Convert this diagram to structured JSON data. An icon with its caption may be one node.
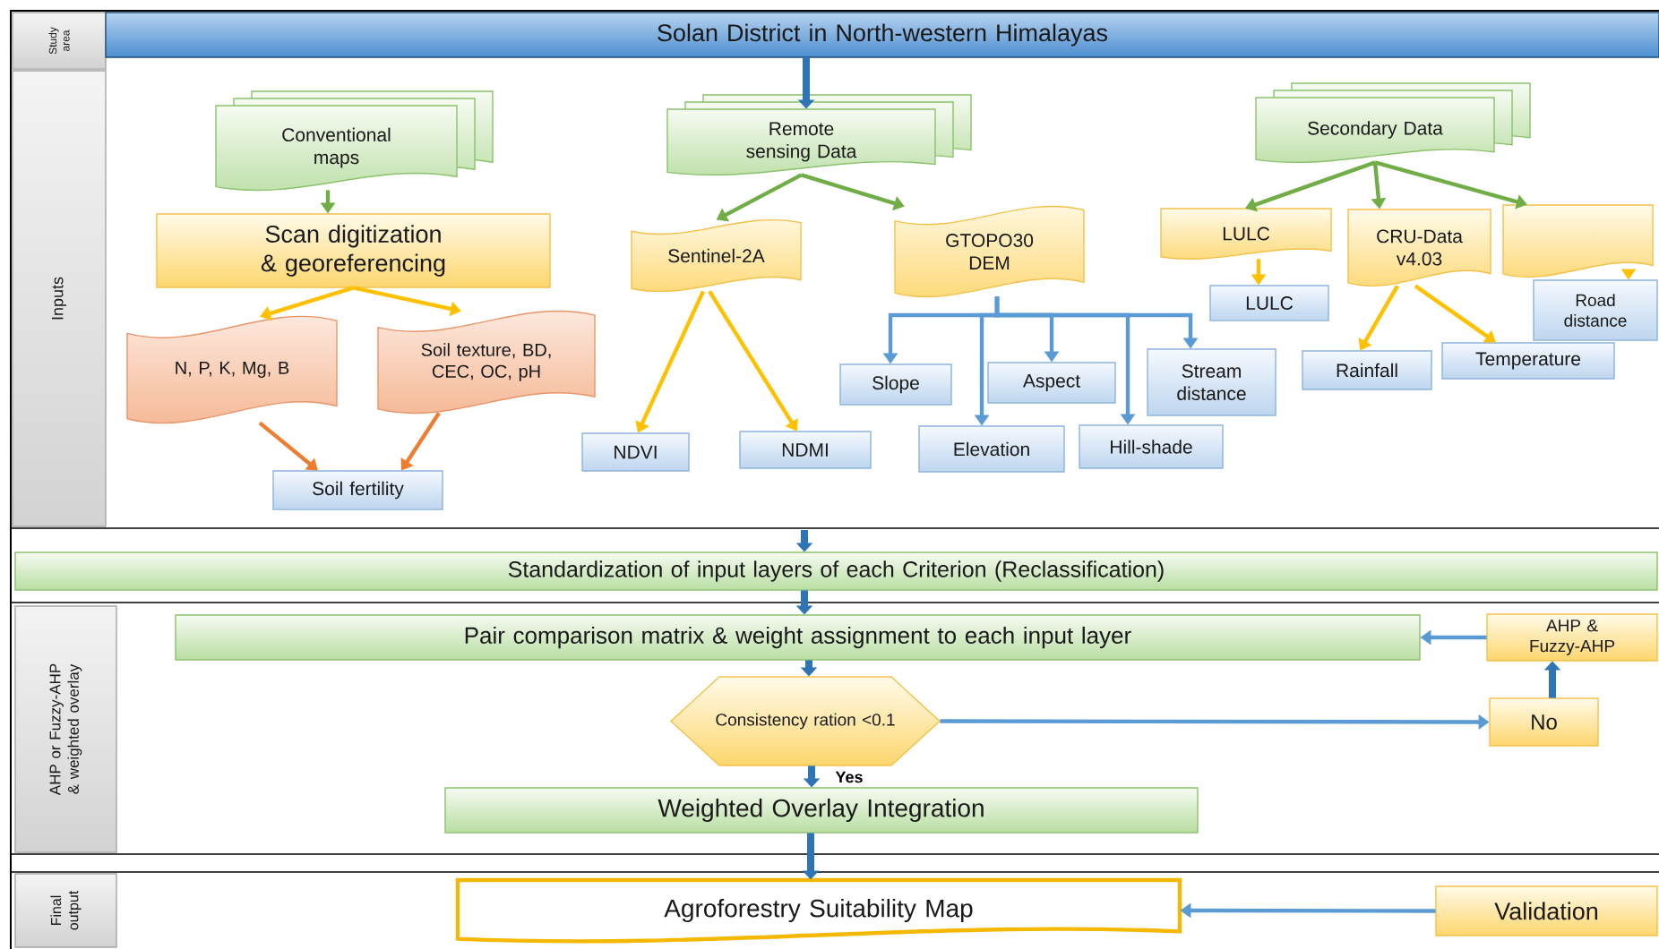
{
  "diagram": {
    "nodes": [
      {
        "text": [
          "Study area"
        ]
      },
      {
        "text": [
          "Solan District in North-western Himalayas"
        ]
      },
      {
        "text": [
          "Inputs"
        ]
      },
      {
        "text": [
          "Conventional maps"
        ]
      },
      {
        "text": [
          "Scan digitization & georeferencing"
        ]
      },
      {
        "text": [
          "N, P, K, Mg, B"
        ]
      },
      {
        "text": [
          "Soil texture, BD, CEC, OC, pH"
        ]
      },
      {
        "text": [
          "Soil fertility"
        ]
      },
      {
        "text": [
          "Remote sensing Data"
        ]
      },
      {
        "text": [
          "Sentinel-2A"
        ]
      },
      {
        "text": [
          "GTOPO30 DEM"
        ]
      },
      {
        "text": [
          "NDVI"
        ]
      },
      {
        "text": [
          "NDMI"
        ]
      },
      {
        "text": [
          "Slope"
        ]
      },
      {
        "text": [
          "Aspect"
        ]
      },
      {
        "text": [
          "Stream distance"
        ]
      },
      {
        "text": [
          "Elevation"
        ]
      },
      {
        "text": [
          "Hill-shade"
        ]
      },
      {
        "text": [
          "Secondary Data"
        ]
      },
      {
        "text": [
          "LULC"
        ]
      },
      {
        "text": [
          "CRU-Data v4.03"
        ]
      },
      {
        "text": [],
        "shape": "document"
      },
      {
        "text": [
          "LULC"
        ]
      },
      {
        "text": [
          "Rainfall"
        ]
      },
      {
        "text": [
          "Temperature"
        ]
      },
      {
        "text": [
          "Road distance"
        ]
      },
      {
        "text": [
          "Standardization of input layers of each Criterion (Reclassification)"
        ]
      },
      {
        "text": [
          "AHP or Fuzzy-AHP & weighted overlay"
        ]
      },
      {
        "text": [
          "Pair comparison matrix & weight assignment to each input layer"
        ]
      },
      {
        "text": [
          "AHP & Fuzzy-AHP"
        ]
      },
      {
        "text": [
          "Consistency ration <0.1"
        ]
      },
      {
        "text": [
          "No"
        ]
      },
      {
        "text": [
          "Weighted Overlay Integration"
        ]
      },
      {
        "text": [
          "Final output"
        ]
      },
      {
        "text": [
          "Agroforestry Suitability Map"
        ]
      },
      {
        "text": [
          "Validation"
        ]
      }
    ],
    "edges": [
      {
        "from": 1,
        "to": 8,
        "arrow": "to",
        "style": "thick",
        "color": "#2e75b6"
      },
      {
        "from": 3,
        "to": 4,
        "arrow": "to",
        "color": "#70ad47"
      },
      {
        "from": 4,
        "to": 5,
        "arrow": "to",
        "color": "#ffc000"
      },
      {
        "from": 4,
        "to": 6,
        "arrow": "to",
        "color": "#ffc000"
      },
      {
        "from": 5,
        "to": 7,
        "arrow": "to",
        "color": "#ed7d31"
      },
      {
        "from": 6,
        "to": 7,
        "arrow": "to",
        "color": "#ed7d31"
      },
      {
        "from": 8,
        "to": 9,
        "arrow": "to",
        "color": "#70ad47"
      },
      {
        "from": 8,
        "to": 10,
        "arrow": "to",
        "color": "#70ad47"
      },
      {
        "from": 9,
        "to": 11,
        "arrow": "to",
        "color": "#ffc000"
      },
      {
        "from": 9,
        "to": 12,
        "arrow": "to",
        "color": "#ffc000"
      },
      {
        "from": 10,
        "to": 13,
        "arrow": "to",
        "color": "#5b9bd5"
      },
      {
        "from": 10,
        "to": 14,
        "arrow": "to",
        "color": "#5b9bd5"
      },
      {
        "from": 10,
        "to": 15,
        "arrow": "to",
        "color": "#5b9bd5"
      },
      {
        "from": 10,
        "to": 16,
        "arrow": "to",
        "color": "#5b9bd5"
      },
      {
        "from": 10,
        "to": 17,
        "arrow": "to",
        "color": "#5b9bd5"
      },
      {
        "from": 18,
        "to": 19,
        "arrow": "to",
        "color": "#70ad47"
      },
      {
        "from": 18,
        "to": 20,
        "arrow": "to",
        "color": "#70ad47"
      },
      {
        "from": 18,
        "to": 21,
        "arrow": "to",
        "color": "#70ad47"
      },
      {
        "from": 19,
        "to": 22,
        "arrow": "to",
        "color": "#ffc000"
      },
      {
        "from": 20,
        "to": 23,
        "arrow": "to",
        "color": "#ffc000"
      },
      {
        "from": 20,
        "to": 24,
        "arrow": "to",
        "color": "#ffc000"
      },
      {
        "from": 21,
        "to": 25,
        "arrow": "to",
        "color": "#ffc000"
      },
      {
        "from": null,
        "to": 26,
        "arrow": "to",
        "style": "thick",
        "color": "#2e75b6"
      },
      {
        "from": 26,
        "to": 28,
        "arrow": "to",
        "style": "thick",
        "color": "#2e75b6"
      },
      {
        "from": 28,
        "to": 30,
        "arrow": "to",
        "style": "thick",
        "color": "#2e75b6"
      },
      {
        "from": 30,
        "to": 32,
        "arrow": "to",
        "style": "thick",
        "color": "#2e75b6",
        "label": "Yes"
      },
      {
        "from": 30,
        "to": 31,
        "arrow": "to",
        "color": "#5b9bd5"
      },
      {
        "from": 31,
        "to": 29,
        "arrow": "to",
        "style": "thick",
        "color": "#2e75b6"
      },
      {
        "from": 29,
        "to": 28,
        "arrow": "to",
        "color": "#5b9bd5"
      },
      {
        "from": 32,
        "to": 34,
        "arrow": "to",
        "style": "thick",
        "color": "#2e75b6"
      },
      {
        "from": 35,
        "to": 34,
        "arrow": "to",
        "color": "#5b9bd5"
      }
    ]
  }
}
